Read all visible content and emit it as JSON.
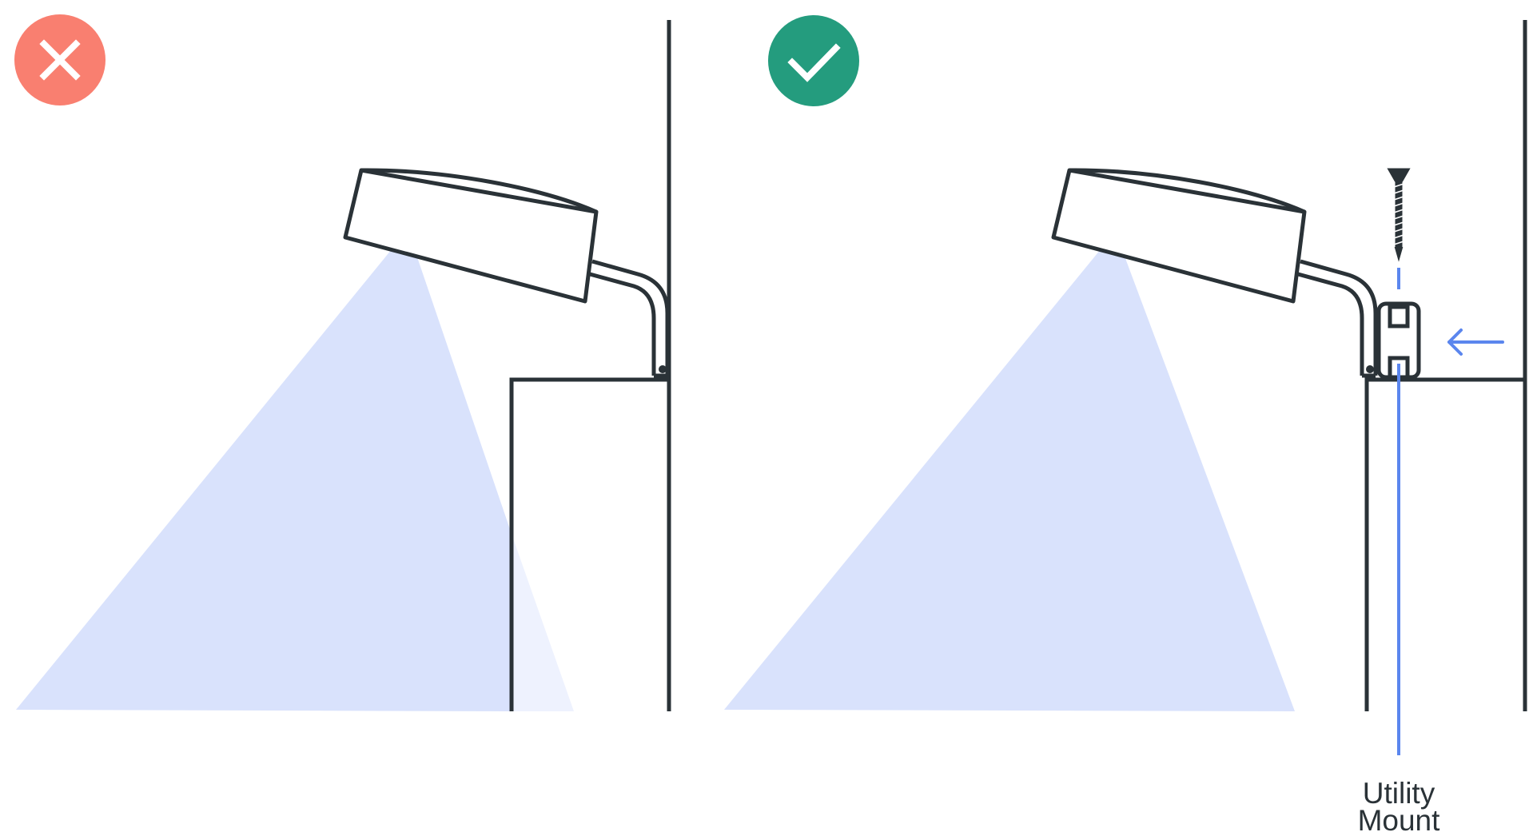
{
  "panels": [
    {
      "id": "incorrect",
      "status": "incorrect",
      "badge_color": "#f97f70",
      "badge_icon": "close-icon"
    },
    {
      "id": "correct",
      "status": "correct",
      "badge_color": "#249c7e",
      "badge_icon": "check-icon",
      "callout": {
        "line1": "Utility",
        "line2": "Mount"
      }
    }
  ],
  "colors": {
    "line": "#2a3237",
    "light_beam": "#d9e2fc",
    "light_beam_faded": "#eef2fe",
    "accent": "#5b86ee"
  }
}
